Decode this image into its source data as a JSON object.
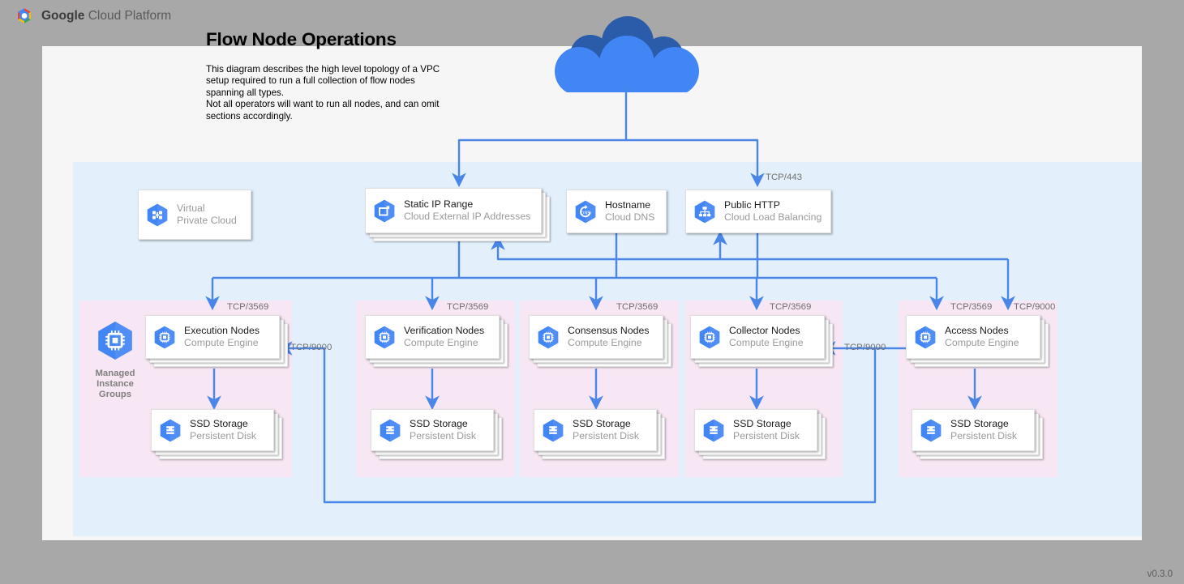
{
  "brand": {
    "logo_icon": "google-cloud-logo",
    "bold": "Google",
    "rest": " Cloud Platform"
  },
  "title": "Flow Node Operations",
  "description": [
    "This diagram describes the high level topology of a VPC setup required to run a full collection of flow nodes spanning all types.",
    "Not all operators will want to run all nodes, and can omit sections accordingly."
  ],
  "internet": {
    "icon": "cloud-icon"
  },
  "top_nodes": [
    {
      "id": "vpc",
      "icon": "virtual-private-cloud-icon",
      "title": "Virtual",
      "subtitle": "Private Cloud",
      "stacked": false,
      "greyed": true
    },
    {
      "id": "static-ip",
      "icon": "external-ip-icon",
      "title": "Static IP Range",
      "subtitle": "Cloud External IP Addresses",
      "stacked": true,
      "greyed": false
    },
    {
      "id": "hostname",
      "icon": "cloud-dns-icon",
      "title": "Hostname",
      "subtitle": "Cloud DNS",
      "stacked": false,
      "greyed": false
    },
    {
      "id": "public-http",
      "icon": "load-balancing-icon",
      "title": "Public HTTP",
      "subtitle": "Cloud Load Balancing",
      "stacked": false,
      "greyed": false
    }
  ],
  "group_label": {
    "icon": "managed-instance-group-icon",
    "line1": "Managed",
    "line2": "Instance",
    "line3": "Groups"
  },
  "groups": [
    {
      "id": "execution",
      "node_title": "Execution Nodes",
      "node_subtitle": "Compute Engine",
      "storage_title": "SSD Storage",
      "storage_subtitle": "Persistent Disk",
      "has_label": true
    },
    {
      "id": "verification",
      "node_title": "Verification Nodes",
      "node_subtitle": "Compute Engine",
      "storage_title": "SSD Storage",
      "storage_subtitle": "Persistent Disk",
      "has_label": false
    },
    {
      "id": "consensus",
      "node_title": "Consensus Nodes",
      "node_subtitle": "Compute Engine",
      "storage_title": "SSD Storage",
      "storage_subtitle": "Persistent Disk",
      "has_label": false
    },
    {
      "id": "collector",
      "node_title": "Collector Nodes",
      "node_subtitle": "Compute Engine",
      "storage_title": "SSD Storage",
      "storage_subtitle": "Persistent Disk",
      "has_label": false
    },
    {
      "id": "access",
      "node_title": "Access Nodes",
      "node_subtitle": "Compute Engine",
      "storage_title": "SSD Storage",
      "storage_subtitle": "Persistent Disk",
      "has_label": false
    }
  ],
  "node_icon": "compute-engine-icon",
  "storage_icon": "persistent-disk-icon",
  "ports": {
    "https": "TCP/443",
    "execution": "TCP/3569",
    "verification": "TCP/3569",
    "consensus": "TCP/3569",
    "collector": "TCP/3569",
    "access": "TCP/3569",
    "access_9000": "TCP/9000",
    "collector_9000": "TCP/9000",
    "execution_9000": "TCP/9000"
  },
  "colors": {
    "gcp_blue": "#4285f4",
    "gcp_blue_dark": "#2a5caa",
    "wire": "#4a86e8",
    "vpc_fill": "#e3f0fb",
    "group_fill": "#f7e6f3",
    "page": "#f6f6f6",
    "backdrop": "#a8a8a8"
  },
  "version": "v0.3.0"
}
